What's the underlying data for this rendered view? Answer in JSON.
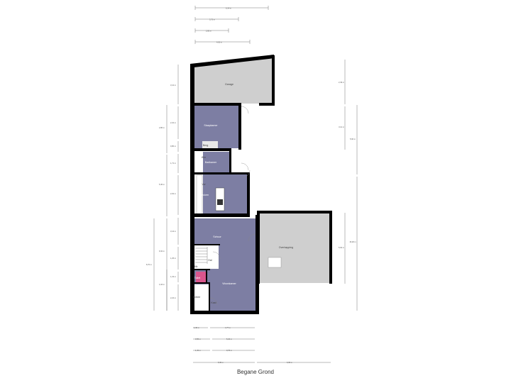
{
  "title": "Begane Grond",
  "rooms": {
    "garage": "Garage",
    "slaapkamer": "Slaapkamer",
    "berging_small": "Berg.",
    "badkamer": "Badkamer",
    "keuken": "Keuken",
    "schuur": "Schuur",
    "woonkamer": "Woonkamer",
    "overkapping": "Overkapping",
    "hal": "Hal",
    "toilet": "Toilet",
    "meterkast": "Mk",
    "vaatwasser": "Vw",
    "wasmachine": "Wm",
    "entree": "Entree",
    "kast": "Kast"
  },
  "dims_top": [
    "6,14 m",
    "3,75 m",
    "2,85 m",
    "4,65 m"
  ],
  "dims_left": [
    "3,12 m",
    "2,10 m",
    "2,86 m",
    "0,80 m",
    "1,71 m",
    "5,36 m",
    "2,02 m",
    "3,14 m",
    "9,32 m",
    "8,70 m",
    "1,25 m",
    "1,23 m",
    "4,44 m",
    "2,22 m"
  ],
  "dims_right": [
    "2,49 m",
    "3,11 m",
    "5,60 m",
    "15,48 m",
    "5,92 m"
  ],
  "dims_bottom": [
    "1,30 m",
    "4,77 m",
    "0,55 m",
    "5,22 m",
    "1,40 m",
    "3,76 m",
    "5,35 m",
    "6,65 m"
  ]
}
